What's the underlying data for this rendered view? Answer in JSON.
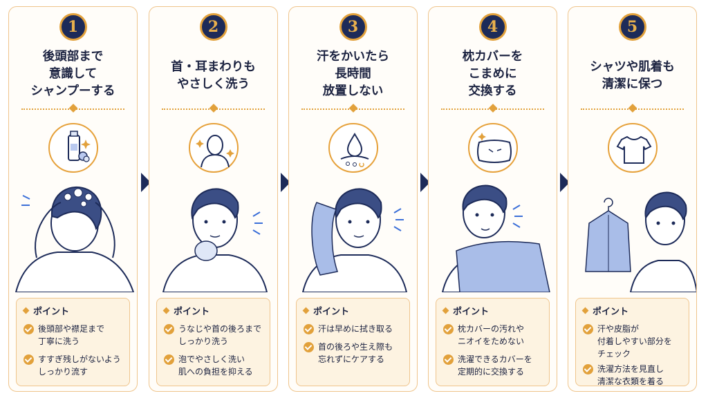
{
  "accent_color": "#e2a13b",
  "navy_color": "#1d2b59",
  "point_label": "ポイント",
  "steps": [
    {
      "number": "1",
      "title": "後頭部まで\n意識して\nシャンプーする",
      "icon": "shampoo-bottle-icon",
      "points": [
        "後頭部や襟足まで\n丁寧に洗う",
        "すすぎ残しがないよう\nしっかり流す"
      ]
    },
    {
      "number": "2",
      "title": "首・耳まわりも\nやさしく洗う",
      "icon": "head-silhouette-icon",
      "points": [
        "うなじや首の後ろまで\nしっかり洗う",
        "泡でやさしく洗い\n肌への負担を抑える"
      ]
    },
    {
      "number": "3",
      "title": "汗をかいたら\n長時間\n放置しない",
      "icon": "sweat-drop-icon",
      "points": [
        "汗は早めに拭き取る",
        "首の後ろや生え際も\n忘れずにケアする"
      ]
    },
    {
      "number": "4",
      "title": "枕カバーを\nこまめに\n交換する",
      "icon": "pillow-icon",
      "points": [
        "枕カバーの汚れや\nニオイをためない",
        "洗濯できるカバーを\n定期的に交換する"
      ]
    },
    {
      "number": "5",
      "title": "シャツや肌着も\n清潔に保つ",
      "icon": "tshirt-icon",
      "points": [
        "汗や皮脂が\n付着しやすい部分を\nチェック",
        "洗濯方法を見直し\n清潔な衣類を着る"
      ]
    }
  ]
}
